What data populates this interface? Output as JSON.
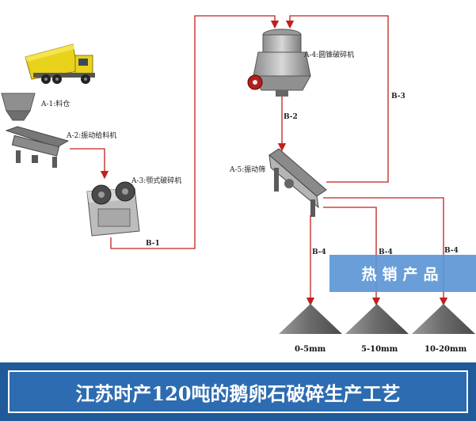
{
  "labels": {
    "hopper": "A-1:料仓",
    "feeder": "A-2:振动给料机",
    "jaw_crusher": "A-3:颚式破碎机",
    "cone_crusher": "A-4:圆锥破碎机",
    "screen": "A-5:振动筛"
  },
  "flows": {
    "b1": "B-1",
    "b2": "B-2",
    "b3": "B-3",
    "b4": "B-4"
  },
  "products": [
    "0-5mm",
    "5-10mm",
    "10-20mm"
  ],
  "badge": "热销产品",
  "title": "江苏时产120吨的鹅卵石破碎生产工艺",
  "colors": {
    "line": "#c0201e",
    "banner": "#205a9a",
    "badge": "#5c96d6",
    "pile": "#6e6e6e"
  }
}
